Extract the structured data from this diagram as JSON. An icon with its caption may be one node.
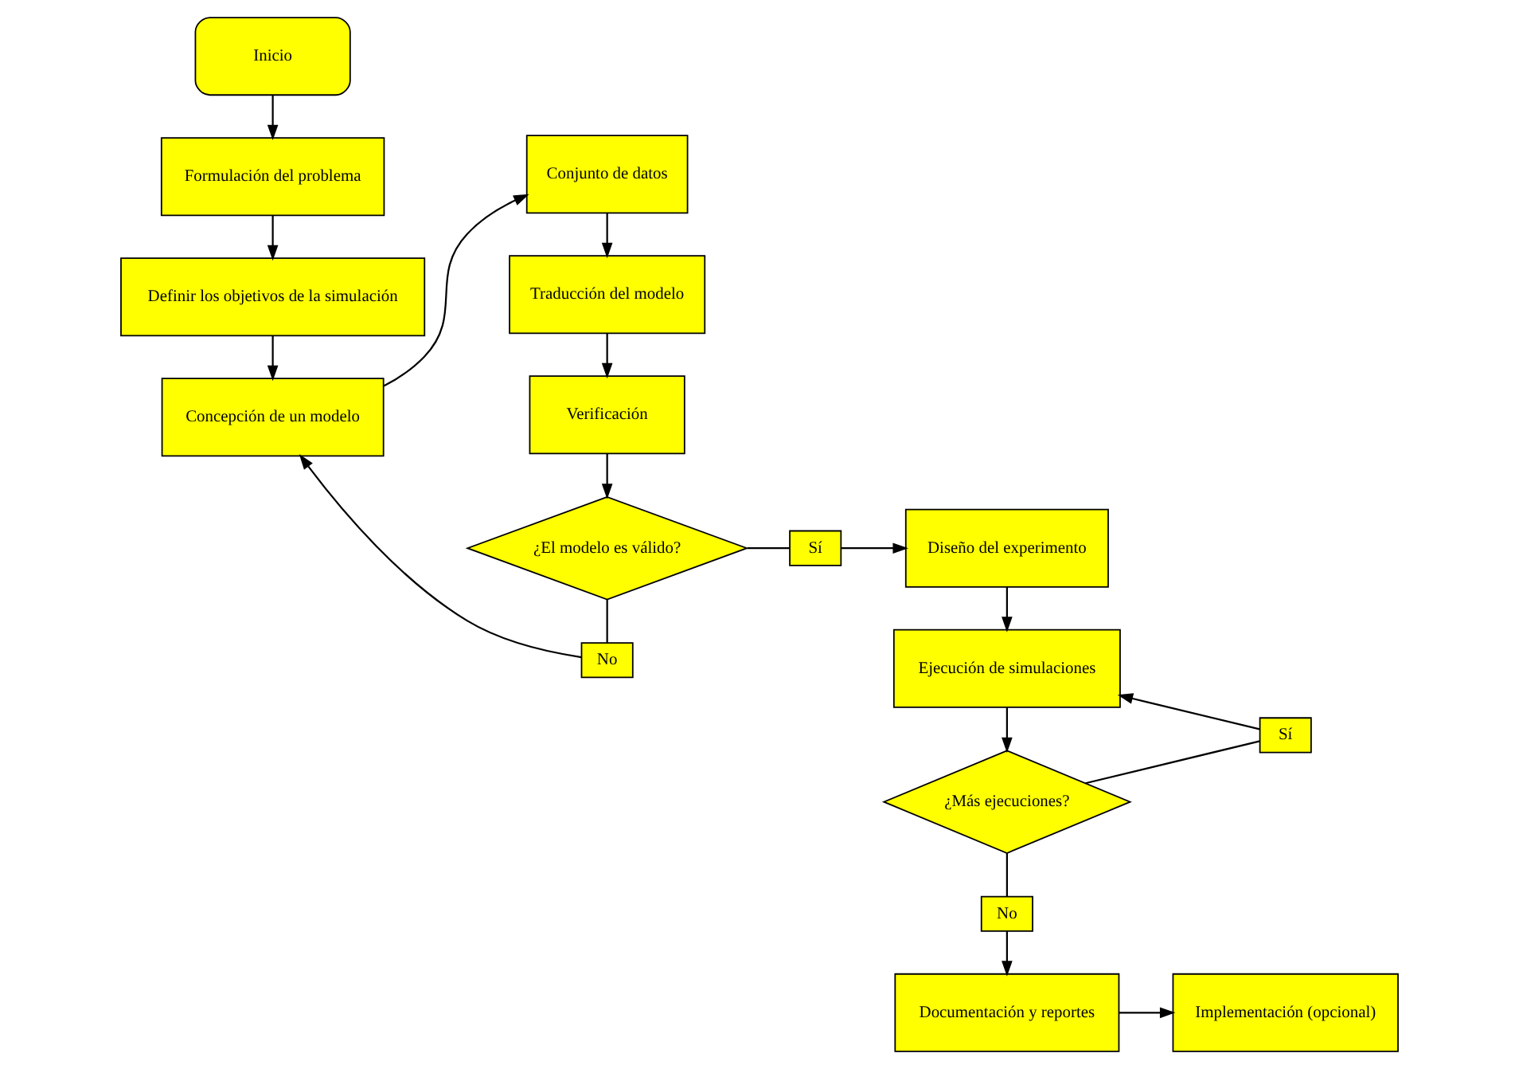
{
  "diagram": {
    "nodes": [
      {
        "text": [
          "Inicio"
        ]
      },
      {
        "text": [
          "Formulación del problema"
        ]
      },
      {
        "text": [
          "Definir los objetivos de la simulación"
        ]
      },
      {
        "text": [
          "Concepción de un modelo"
        ]
      },
      {
        "text": [
          "Conjunto de datos"
        ]
      },
      {
        "text": [
          "Traducción del modelo"
        ]
      },
      {
        "text": [
          "Verificación"
        ]
      },
      {
        "text": [
          "¿El modelo es válido?"
        ]
      },
      {
        "text": [
          "No"
        ]
      },
      {
        "text": [
          "Sí"
        ]
      },
      {
        "text": [
          "Diseño del experimento"
        ]
      },
      {
        "text": [
          "Ejecución de simulaciones"
        ]
      },
      {
        "text": [
          "¿Más ejecuciones?"
        ]
      },
      {
        "text": [
          "No"
        ]
      },
      {
        "text": [
          "Sí"
        ]
      },
      {
        "text": [
          "Documentación y reportes"
        ]
      },
      {
        "text": [
          "Implementación (opcional)"
        ]
      }
    ],
    "edges": [
      {
        "from": 0,
        "to": 1,
        "arrow": "to"
      },
      {
        "from": 1,
        "to": 2,
        "arrow": "to"
      },
      {
        "from": 2,
        "to": 3,
        "arrow": "to"
      },
      {
        "from": 3,
        "to": 4,
        "arrow": "to"
      },
      {
        "from": 4,
        "to": 5,
        "arrow": "to"
      },
      {
        "from": 5,
        "to": 6,
        "arrow": "to"
      },
      {
        "from": 6,
        "to": 7,
        "arrow": "to"
      },
      {
        "from": 7,
        "to": 8,
        "arrow": "none"
      },
      {
        "from": 8,
        "to": 3,
        "arrow": "to"
      },
      {
        "from": 7,
        "to": 9,
        "arrow": "none"
      },
      {
        "from": 9,
        "to": 10,
        "arrow": "to"
      },
      {
        "from": 10,
        "to": 11,
        "arrow": "to"
      },
      {
        "from": 11,
        "to": 12,
        "arrow": "to"
      },
      {
        "from": 12,
        "to": 13,
        "arrow": "none"
      },
      {
        "from": 13,
        "to": 15,
        "arrow": "to"
      },
      {
        "from": 12,
        "to": 14,
        "arrow": "none"
      },
      {
        "from": 14,
        "to": 11,
        "arrow": "to"
      },
      {
        "from": 15,
        "to": 16,
        "arrow": "to"
      }
    ]
  }
}
